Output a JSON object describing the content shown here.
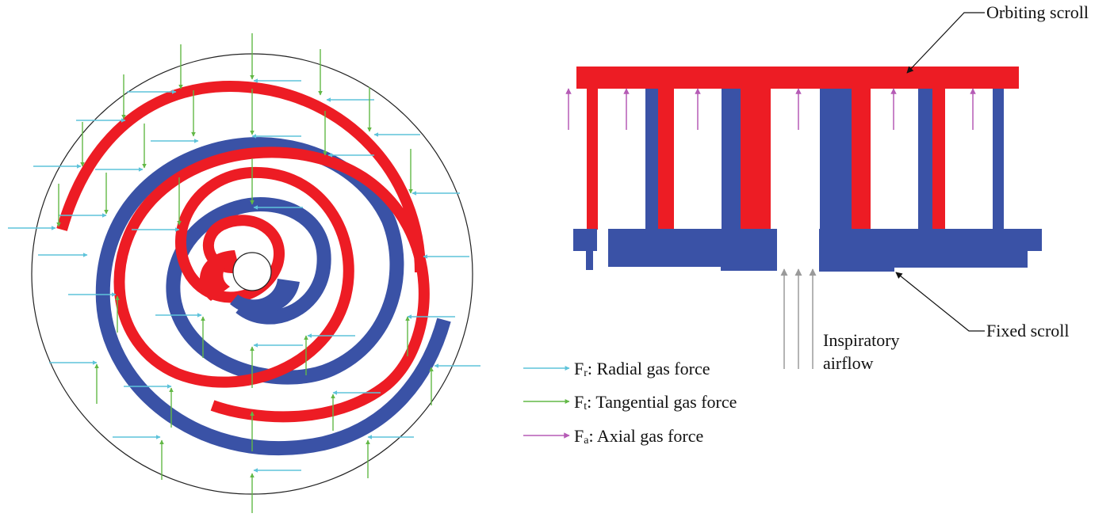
{
  "colors": {
    "orbiting": "#ed1c24",
    "fixed": "#3a52a6",
    "radial_arrow": "#5ec3da",
    "tangential_arrow": "#62b846",
    "axial_arrow": "#b55bb5",
    "inlet_arrow": "#9a9a9a",
    "outline": "#222222"
  },
  "labels": {
    "orbiting_scroll": "Orbiting scroll",
    "fixed_scroll": "Fixed scroll",
    "inspiratory_line1": "Inspiratory",
    "inspiratory_line2": "airflow"
  },
  "legend": [
    {
      "symbol": "F",
      "subscript": "r",
      "text": ": Radial gas force",
      "color_key": "radial_arrow"
    },
    {
      "symbol": "F",
      "subscript": "t",
      "text": ": Tangential gas force",
      "color_key": "tangential_arrow"
    },
    {
      "symbol": "F",
      "subscript": "a",
      "text": ": Axial gas force",
      "color_key": "axial_arrow"
    }
  ]
}
